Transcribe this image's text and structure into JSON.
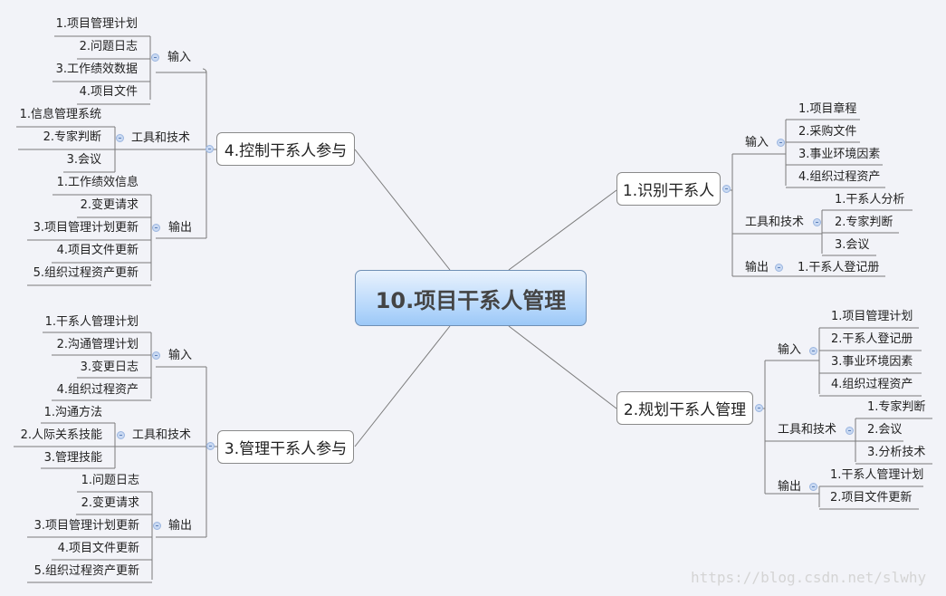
{
  "center": {
    "label": "10.项目干系人管理"
  },
  "branches": {
    "identify": {
      "label": "1.识别干系人",
      "inputs_label": "输入",
      "inputs": [
        "1.项目章程",
        "2.采购文件",
        "3.事业环境因素",
        "4.组织过程资产"
      ],
      "tools_label": "工具和技术",
      "tools": [
        "1.干系人分析",
        "2.专家判断",
        "3.会议"
      ],
      "outputs_label": "输出",
      "outputs": [
        "1.干系人登记册"
      ]
    },
    "plan": {
      "label": "2.规划干系人管理",
      "inputs_label": "输入",
      "inputs": [
        "1.项目管理计划",
        "2.干系人登记册",
        "3.事业环境因素",
        "4.组织过程资产"
      ],
      "tools_label": "工具和技术",
      "tools": [
        "1.专家判断",
        "2.会议",
        "3.分析技术"
      ],
      "outputs_label": "输出",
      "outputs": [
        "1.干系人管理计划",
        "2.项目文件更新"
      ]
    },
    "manage": {
      "label": "3.管理干系人参与",
      "inputs_label": "输入",
      "inputs": [
        "1.干系人管理计划",
        "2.沟通管理计划",
        "3.变更日志",
        "4.组织过程资产"
      ],
      "tools_label": "工具和技术",
      "tools": [
        "1.沟通方法",
        "2.人际关系技能",
        "3.管理技能"
      ],
      "outputs_label": "输出",
      "outputs": [
        "1.问题日志",
        "2.变更请求",
        "3.项目管理计划更新",
        "4.项目文件更新",
        "5.组织过程资产更新"
      ]
    },
    "control": {
      "label": "4.控制干系人参与",
      "inputs_label": "输入",
      "inputs": [
        "1.项目管理计划",
        "2.问题日志",
        "3.工作绩效数据",
        "4.项目文件"
      ],
      "tools_label": "工具和技术",
      "tools": [
        "1.信息管理系统",
        "2.专家判断",
        "3.会议"
      ],
      "outputs_label": "输出",
      "outputs": [
        "1.工作绩效信息",
        "2.变更请求",
        "3.项目管理计划更新",
        "4.项目文件更新",
        "5.组织过程资产更新"
      ]
    }
  },
  "watermark": "https://blog.csdn.net/slwhy"
}
